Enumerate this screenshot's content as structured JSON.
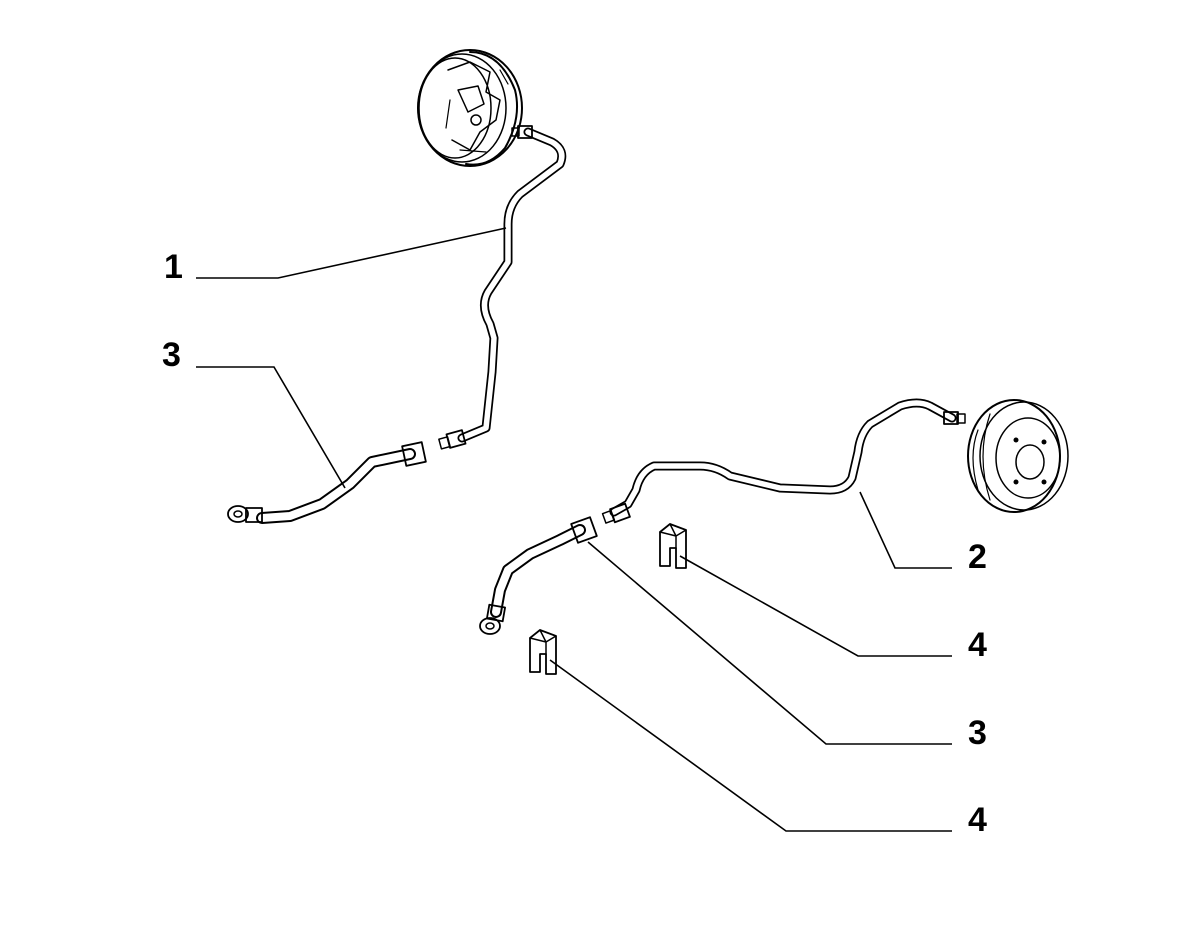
{
  "diagram": {
    "type": "exploded parts diagram",
    "callouts": [
      {
        "id": "c1",
        "label": "1"
      },
      {
        "id": "c3-left",
        "label": "3"
      },
      {
        "id": "c2",
        "label": "2"
      },
      {
        "id": "c4-upper",
        "label": "4"
      },
      {
        "id": "c3-right",
        "label": "3"
      },
      {
        "id": "c4-lower",
        "label": "4"
      }
    ],
    "parts": [
      {
        "label": "1",
        "icon": "brake-pipe-left-icon"
      },
      {
        "label": "2",
        "icon": "brake-pipe-right-icon"
      },
      {
        "label": "3",
        "icon": "brake-hose-icon"
      },
      {
        "label": "4",
        "icon": "retaining-clip-icon"
      }
    ],
    "colors": {
      "ink": "#000000",
      "background": "#ffffff"
    }
  }
}
